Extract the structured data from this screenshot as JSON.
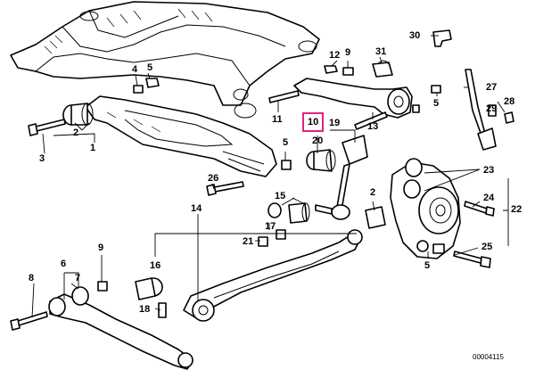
{
  "callouts": [
    {
      "id": "c30",
      "text": "30"
    },
    {
      "id": "c4",
      "text": "4"
    },
    {
      "id": "c5a",
      "text": "5"
    },
    {
      "id": "c12",
      "text": "12"
    },
    {
      "id": "c9a",
      "text": "9"
    },
    {
      "id": "c31",
      "text": "31"
    },
    {
      "id": "c27",
      "text": "27"
    },
    {
      "id": "c28",
      "text": "28"
    },
    {
      "id": "c29",
      "text": "29"
    },
    {
      "id": "c2a",
      "text": "2"
    },
    {
      "id": "c3",
      "text": "3"
    },
    {
      "id": "c1",
      "text": "1"
    },
    {
      "id": "c11",
      "text": "11"
    },
    {
      "id": "c10",
      "text": "10"
    },
    {
      "id": "c19",
      "text": "19"
    },
    {
      "id": "c13",
      "text": "13"
    },
    {
      "id": "c5b",
      "text": "5"
    },
    {
      "id": "c20",
      "text": "20"
    },
    {
      "id": "c5c",
      "text": "5"
    },
    {
      "id": "c23",
      "text": "23"
    },
    {
      "id": "c26",
      "text": "26"
    },
    {
      "id": "c15",
      "text": "15"
    },
    {
      "id": "c2b",
      "text": "2"
    },
    {
      "id": "c24",
      "text": "24"
    },
    {
      "id": "c22",
      "text": "22"
    },
    {
      "id": "c14",
      "text": "14"
    },
    {
      "id": "c17",
      "text": "17"
    },
    {
      "id": "c21",
      "text": "21"
    },
    {
      "id": "c25",
      "text": "25"
    },
    {
      "id": "c9b",
      "text": "9"
    },
    {
      "id": "c6",
      "text": "6"
    },
    {
      "id": "c7",
      "text": "7"
    },
    {
      "id": "c16",
      "text": "16"
    },
    {
      "id": "c5d",
      "text": "5"
    },
    {
      "id": "c8",
      "text": "8"
    },
    {
      "id": "c18",
      "text": "18"
    }
  ],
  "highlight_color": "#e5227e",
  "reference_number": "00004115"
}
